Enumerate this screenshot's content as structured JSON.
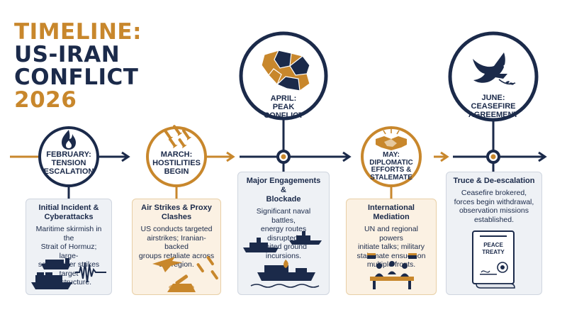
{
  "title": {
    "line1": "TIMELINE:",
    "line2": "US-IRAN",
    "line3": "CONFLICT",
    "line4": "2026"
  },
  "colors": {
    "navy": "#1b2a4a",
    "gold": "#c8872c",
    "card_blue": "#eef1f5",
    "card_gold": "#fbf1e3"
  },
  "stages": [
    {
      "month": "FEBRUARY:",
      "label": "TENSION\nESCALATION",
      "icon": "flame-icon",
      "card_title": "Initial Incident &\nCyberattacks",
      "card_body": "Maritime skirmish in the\nStrait of Hormuz; large-\nscale cyber strikes target\ninfrastructure."
    },
    {
      "month": "MARCH:",
      "label": "HOSTILITIES\nBEGIN",
      "icon": "missiles-icon",
      "card_title": "Air Strikes & Proxy\nClashes",
      "card_body": "US conducts targeted\nairstrikes; Iranian-backed\ngroups retaliate across\nthe region."
    },
    {
      "month": "APRIL:",
      "label": "PEAK\nCONFLICT",
      "icon": "iran-map-icon",
      "card_title": "Major Engagements &\nBlockade",
      "card_body": "Significant naval battles,\nenergy routes disrupted,\nlimited ground incursions."
    },
    {
      "month": "MAY:",
      "label": "DIPLOMATIC\nEFFORTS &\nSTALEMATE",
      "icon": "handshake-icon",
      "card_title": "International Mediation",
      "card_body": "UN and regional powers\ninitiate talks; military\nstalemate ensues on\nmultiple fronts."
    },
    {
      "month": "JUNE:",
      "label": "CEASEFIRE\nAGREEMENT",
      "icon": "dove-icon",
      "card_title": "Truce & De-escalation",
      "card_body": "Ceasefire brokered,\nforces begin withdrawal,\nobservation missions\nestablished."
    }
  ],
  "treaty": {
    "line1": "PEACE",
    "line2": "TREATY"
  }
}
